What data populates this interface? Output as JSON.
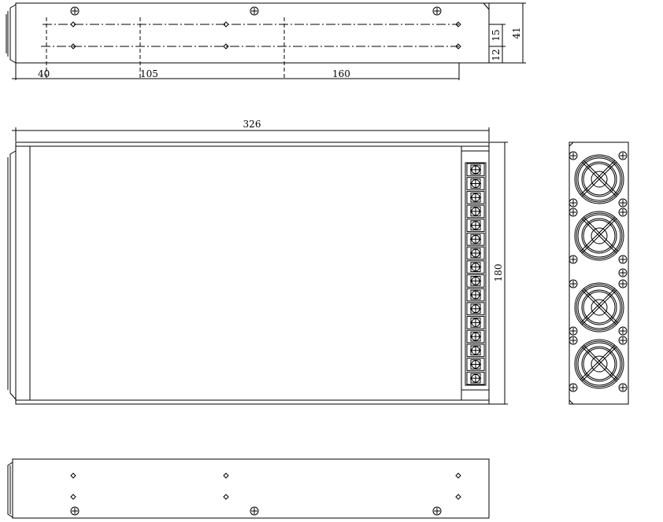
{
  "dimensions": {
    "top_offset": "40",
    "top_spacing_1": "105",
    "top_spacing_2": "160",
    "top_height": "41",
    "top_hole_gap": "15",
    "top_hole_edge": "12",
    "front_length": "326",
    "front_height": "180"
  },
  "terminal_count": 16,
  "fan_count": 4
}
